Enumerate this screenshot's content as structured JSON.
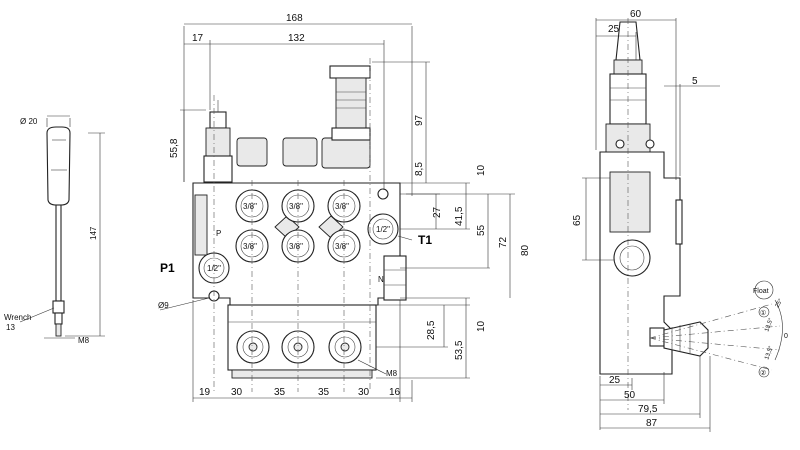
{
  "front_view": {
    "top_dims": {
      "overall": "168",
      "left_offset": "17",
      "inner": "132"
    },
    "left_dims": {
      "lever_height": "55,8",
      "top_height": "97"
    },
    "right_dims": {
      "d8_5": "8,5",
      "d10_top": "10",
      "d27": "27",
      "d41_5": "41,5",
      "d55": "55",
      "d72": "72",
      "d80": "80",
      "d10_bot": "10",
      "d28_5": "28,5",
      "d53_5": "53,5"
    },
    "bottom_dims": [
      "19",
      "30",
      "35",
      "35",
      "30",
      "16"
    ],
    "ports": [
      "3/8\"",
      "3/8\"",
      "3/8\"",
      "3/8\"",
      "3/8\"",
      "3/8\""
    ],
    "p_port": "1/2\"",
    "t_port": "1/2\"",
    "p_label": "P1",
    "t_label": "T1",
    "body_letter": "P",
    "n_label": "N",
    "hole_label": "Ø9",
    "thread_label": "M8"
  },
  "handle_view": {
    "diameter": "Ø 20",
    "height": "147",
    "wrench_label": "Wrench",
    "wrench_size": "13",
    "thread": "M8"
  },
  "side_view": {
    "top_dims": {
      "overall": "60",
      "left": "25",
      "offset": "5"
    },
    "left_dim": "65",
    "bottom_dims": {
      "d25": "25",
      "d50": "50",
      "d79_5": "79,5",
      "d87": "87"
    },
    "lever_positions": {
      "float": "Float",
      "pos1": "①",
      "pos0": "0",
      "pos2": "②",
      "angle_a": "25°",
      "angle_b": "13,5°",
      "angle_c": "13,5°"
    }
  }
}
